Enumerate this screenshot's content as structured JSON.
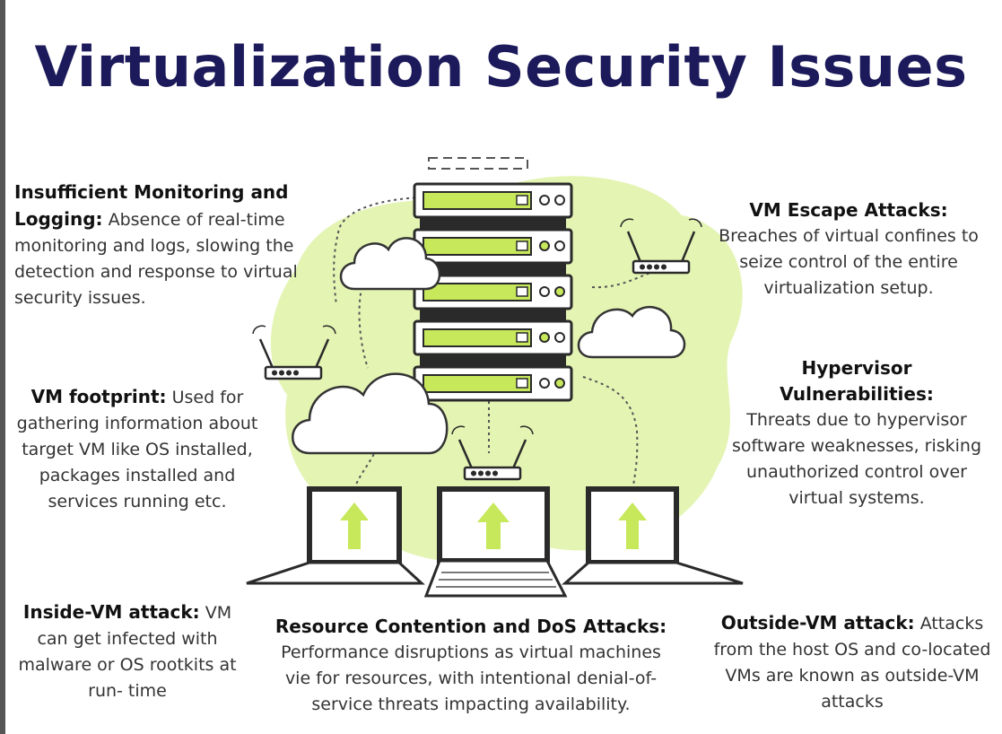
{
  "title": "Virtualization Security Issues",
  "colors": {
    "title": "#1c1a5a",
    "accent_green": "#c6e85a",
    "blob": "#e3f3b0",
    "dark": "#2a2a2a"
  },
  "sections": {
    "monitoring": {
      "heading": "Insufficient Monitoring and Logging:",
      "text": "Absence of real-time monitoring and logs, slowing the detection and response to virtual security issues."
    },
    "footprint": {
      "heading": "VM footprint:",
      "text": "Used for gathering information about target VM like OS installed, packages installed and services running etc."
    },
    "inside": {
      "heading": "Inside-VM attack:",
      "text": "VM can get infected with malware or OS rootkits at run- time"
    },
    "escape": {
      "heading": "VM Escape Attacks:",
      "text": "Breaches of virtual confines to seize control of the entire virtualization setup."
    },
    "hypervisor": {
      "heading": "Hypervisor Vulnerabilities:",
      "text": "Threats due to hypervisor software weaknesses, risking unauthorized control over virtual systems."
    },
    "outside": {
      "heading": "Outside-VM attack:",
      "text": "Attacks from the host OS and co-located VMs are known as outside-VM attacks"
    },
    "resource": {
      "heading": "Resource Contention and DoS Attacks:",
      "text": "Performance disruptions as virtual machines vie for resources, with intentional denial-of-service threats impacting availability."
    }
  },
  "icons": [
    "server-rack-icon",
    "cloud-icon",
    "router-icon",
    "laptop-icon",
    "upload-arrow-icon"
  ]
}
